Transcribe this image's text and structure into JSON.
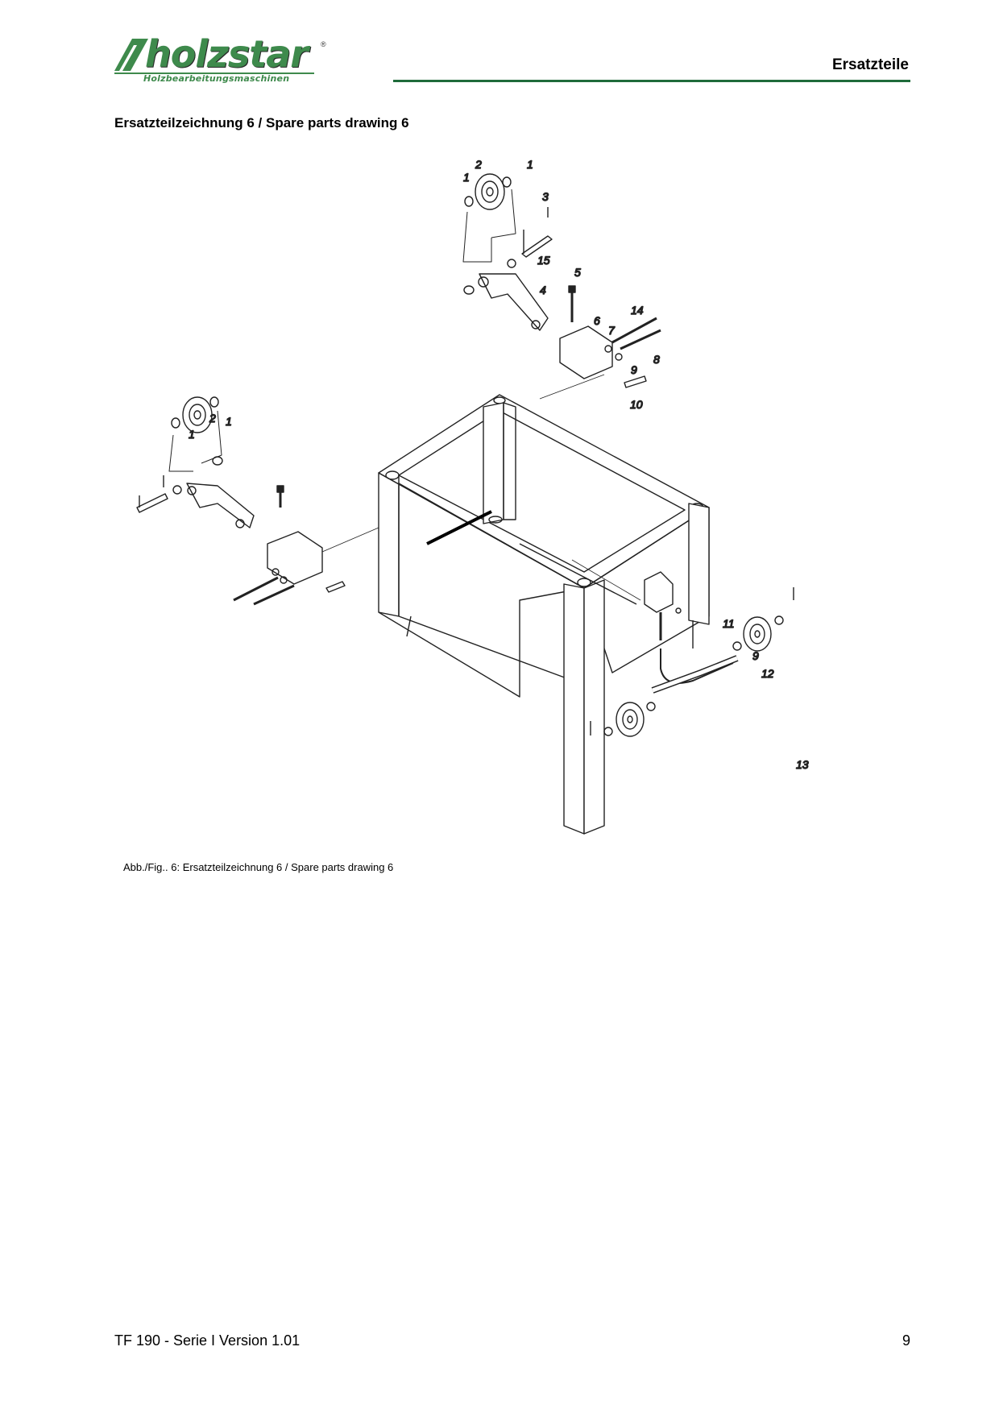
{
  "header": {
    "logo_name": "holzstar",
    "logo_registered": "®",
    "logo_tagline": "Holzbearbeitungsmaschinen",
    "section_title": "Ersatzteile",
    "accent_color": "#1f6b3b",
    "logo_color": "#3e8a4c"
  },
  "page_heading": "Ersatzteilzeichnung 6 / Spare parts drawing 6",
  "drawing": {
    "callouts": [
      "1",
      "2",
      "1",
      "3",
      "15",
      "4",
      "5",
      "14",
      "6",
      "7",
      "8",
      "9",
      "10",
      "2",
      "1",
      "1",
      "11",
      "9",
      "12",
      "13"
    ]
  },
  "caption": "Abb./Fig.. 6: Ersatzteilzeichnung 6 / Spare parts drawing 6",
  "footer": {
    "document": "TF 190 - Serie I Version 1.01",
    "page_number": "9"
  }
}
